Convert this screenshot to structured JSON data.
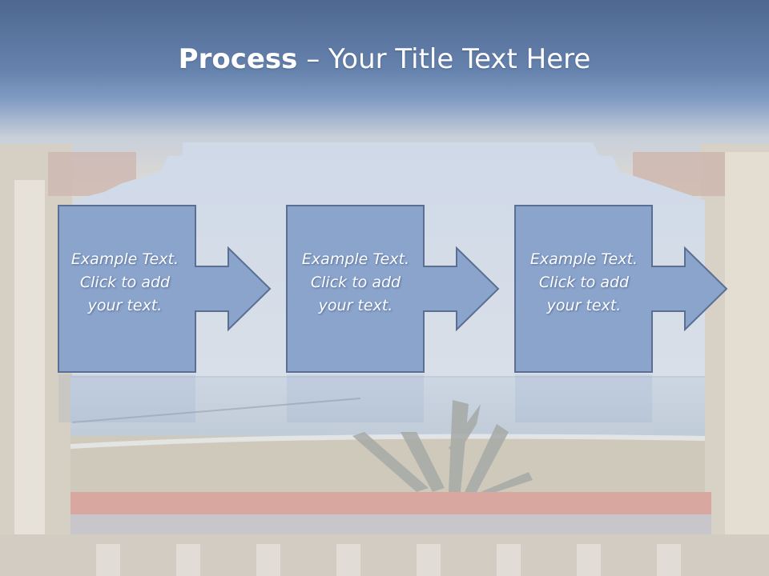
{
  "title": {
    "bold": "Process",
    "separator": " – ",
    "rest": "Your Title Text Here"
  },
  "steps": [
    {
      "line1": "Example Text.",
      "line2": "Click  to add",
      "line3": "your text."
    },
    {
      "line1": "Example Text.",
      "line2": "Click  to add",
      "line3": "your text."
    },
    {
      "line1": "Example Text.",
      "line2": "Click  to add",
      "line3": "your text."
    }
  ],
  "colors": {
    "sky_top": "#4e6790",
    "sky_bottom": "#7e99c1",
    "box_fill": "#8aa4cc",
    "box_border": "#5a6f92",
    "title_text": "#ffffff"
  }
}
